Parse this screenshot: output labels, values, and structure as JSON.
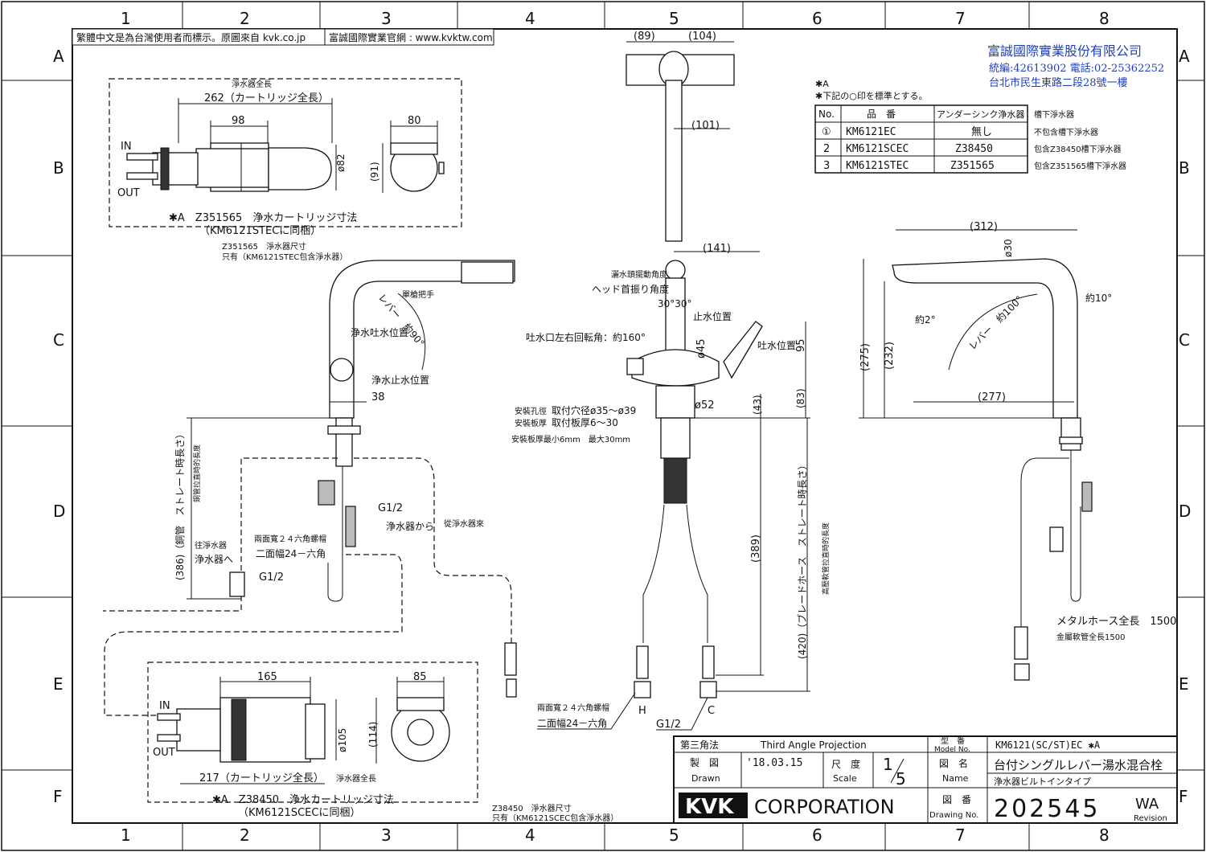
{
  "header_note": {
    "left": "繁體中文是為台灣使用者而標示。原圖來自 kvk.co.jp",
    "right": "富誠國際實業官網 : www.kvktw.com"
  },
  "company_block": {
    "name": "富誠國際實業股份有限公司",
    "contact": "統編:42613902 電話:02-25362252",
    "address": "台北市民生東路二段28號一樓"
  },
  "grid": {
    "columns": [
      "1",
      "2",
      "3",
      "4",
      "5",
      "6",
      "7",
      "8"
    ],
    "rows": [
      "A",
      "B",
      "C",
      "D",
      "E",
      "F"
    ]
  },
  "model_table": {
    "note1": "✱A",
    "note2": "✱下記の○印を標準とする。",
    "headers": [
      "No.",
      "品　番",
      "アンダーシンク浄水器"
    ],
    "rows": [
      {
        "no": "①",
        "part": "KM6121EC",
        "filter": "無し",
        "note": "不包含槽下淨水器"
      },
      {
        "no": "2",
        "part": "KM6121SCEC",
        "filter": "Z38450",
        "note": "包含Z38450槽下淨水器"
      },
      {
        "no": "3",
        "part": "KM6121STEC",
        "filter": "Z351565",
        "note": "包含Z351565槽下淨水器"
      }
    ],
    "header_note": "槽下淨水器"
  },
  "cartridge_top": {
    "label_total_cn": "淨水器全長",
    "dim_262": "262（カートリッジ全長）",
    "dim_98": "98",
    "dim_80": "80",
    "dim_82": "ø82",
    "dim_91": "(91)",
    "in": "IN",
    "out": "OUT",
    "title": "✱A　Z351565　浄水カートリッジ寸法",
    "subtitle": "（KM6121STECに同梱）",
    "cn1": "Z351565　淨水器尺寸",
    "cn2": "只有（KM6121STEC包含淨水器）"
  },
  "cartridge_bottom": {
    "dim_165": "165",
    "dim_85": "85",
    "dim_105": "ø105",
    "dim_114": "(114)",
    "dim_217": "217（カートリッジ全長）",
    "label_total_cn": "淨水器全長",
    "in": "IN",
    "out": "OUT",
    "title": "✱A　Z38450　浄水カートリッジ寸法",
    "subtitle": "（KM6121SCECに同梱）",
    "cn1": "Z38450　淨水器尺寸",
    "cn2": "只有（KM6121SCEC包含淨水器）"
  },
  "left_view": {
    "handle_cn": "單槍把手",
    "lever": "レバー　約90°",
    "purify_outlet": "浄水吐水位置",
    "purify_stop": "浄水止水位置",
    "dim_38": "38",
    "dim_386": "(386)（銅管　ストレート時長さ）",
    "copper_cn": "銅管拉直時的長度",
    "to_filter_cn": "往淨水器",
    "to_filter": "浄水器へ",
    "g12_a": "G1/2",
    "g12_b": "G1/2",
    "from_filter": "浄水器から",
    "from_filter_cn": "從淨水器來",
    "hex_cn": "兩面寬２４六角螺帽",
    "hex": "二面幅24－六角"
  },
  "center_view": {
    "dim_89": "(89)",
    "dim_104": "(104)",
    "dim_101": "(101)",
    "dim_141": "(141)",
    "head_cn": "灑水頭擺動角度",
    "head": "ヘッド首振り角度",
    "angle": "30°30°",
    "stop": "止水位置",
    "rotation": "吐水口左右回転角：約160°",
    "dim_45": "ø45",
    "outlet": "吐水位置",
    "dim_95": "95",
    "dim_52": "ø52",
    "dim_43": "(43)",
    "dim_83": "(83)",
    "hole_cn": "安裝孔徑",
    "hole": "取付穴径ø35～ø39",
    "plate_cn": "安裝板厚",
    "plate": "取付板厚6～30",
    "plate_range_cn": "安裝板厚最小6mm　最大30mm",
    "dim_389": "(389)",
    "dim_420": "(420)（ブレードホース　ストレート時長さ）",
    "hose_cn": "高壓軟管拉直時的長度",
    "hex_cn": "兩面寬２４六角螺帽",
    "hex": "二面幅24－六角",
    "h": "H",
    "c": "C",
    "g12": "G1/2"
  },
  "right_view": {
    "dim_312": "(312)",
    "dim_30": "ø30",
    "dim_10": "約10°",
    "dim_2": "約2°",
    "lever": "レバー　約100°",
    "dim_275": "(275)",
    "dim_232": "(232)",
    "dim_277": "(277)",
    "hose": "メタルホース全長　1500",
    "hose_cn": "金屬軟管全長1500"
  },
  "title_block": {
    "projection_jp": "第三角法",
    "projection_en": "Third Angle Projection",
    "model_label_jp": "型　番",
    "model_label_en": "Model No.",
    "model": "KM6121(SC/ST)EC ✱A",
    "drawn_jp": "製　図",
    "drawn_en": "Drawn",
    "date": "'18.03.15",
    "scale_jp": "尺　度",
    "scale_en": "Scale",
    "scale_num": "1",
    "scale_den": "5",
    "name_jp": "図　名",
    "name_en": "Name",
    "name1": "台付シングルレバー湯水混合栓",
    "name2": "浄水器ビルトインタイプ",
    "logo": "KVK",
    "corp": "CORPORATION",
    "drawno_jp": "図　番",
    "drawno_en": "Drawing No.",
    "drawno": "202545",
    "rev": "WA",
    "rev_en": "Revision"
  }
}
